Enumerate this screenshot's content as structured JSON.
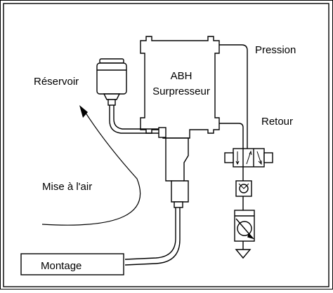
{
  "labels": {
    "reservoir": "Réservoir",
    "unit_line1": "ABH",
    "unit_line2": "Surpresseur",
    "pressure": "Pression",
    "return": "Retour",
    "venting": "Mise à l'air",
    "mounting": "Montage"
  },
  "colors": {
    "ink": "#000000",
    "background": "#ffffff"
  }
}
